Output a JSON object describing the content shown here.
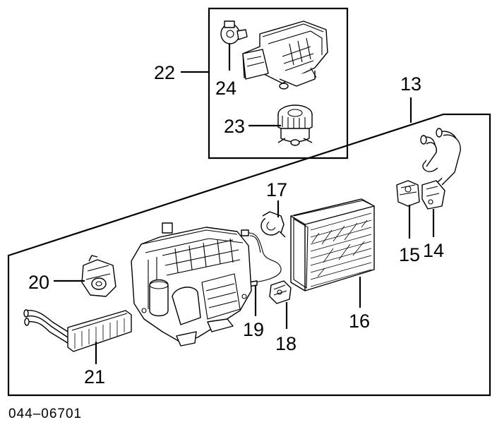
{
  "diagram": {
    "callouts": {
      "c13": "13",
      "c14": "14",
      "c15": "15",
      "c16": "16",
      "c17": "17",
      "c18": "18",
      "c19": "19",
      "c20": "20",
      "c21": "21",
      "c22": "22",
      "c23": "23",
      "c24": "24"
    },
    "code": "044–06701"
  }
}
